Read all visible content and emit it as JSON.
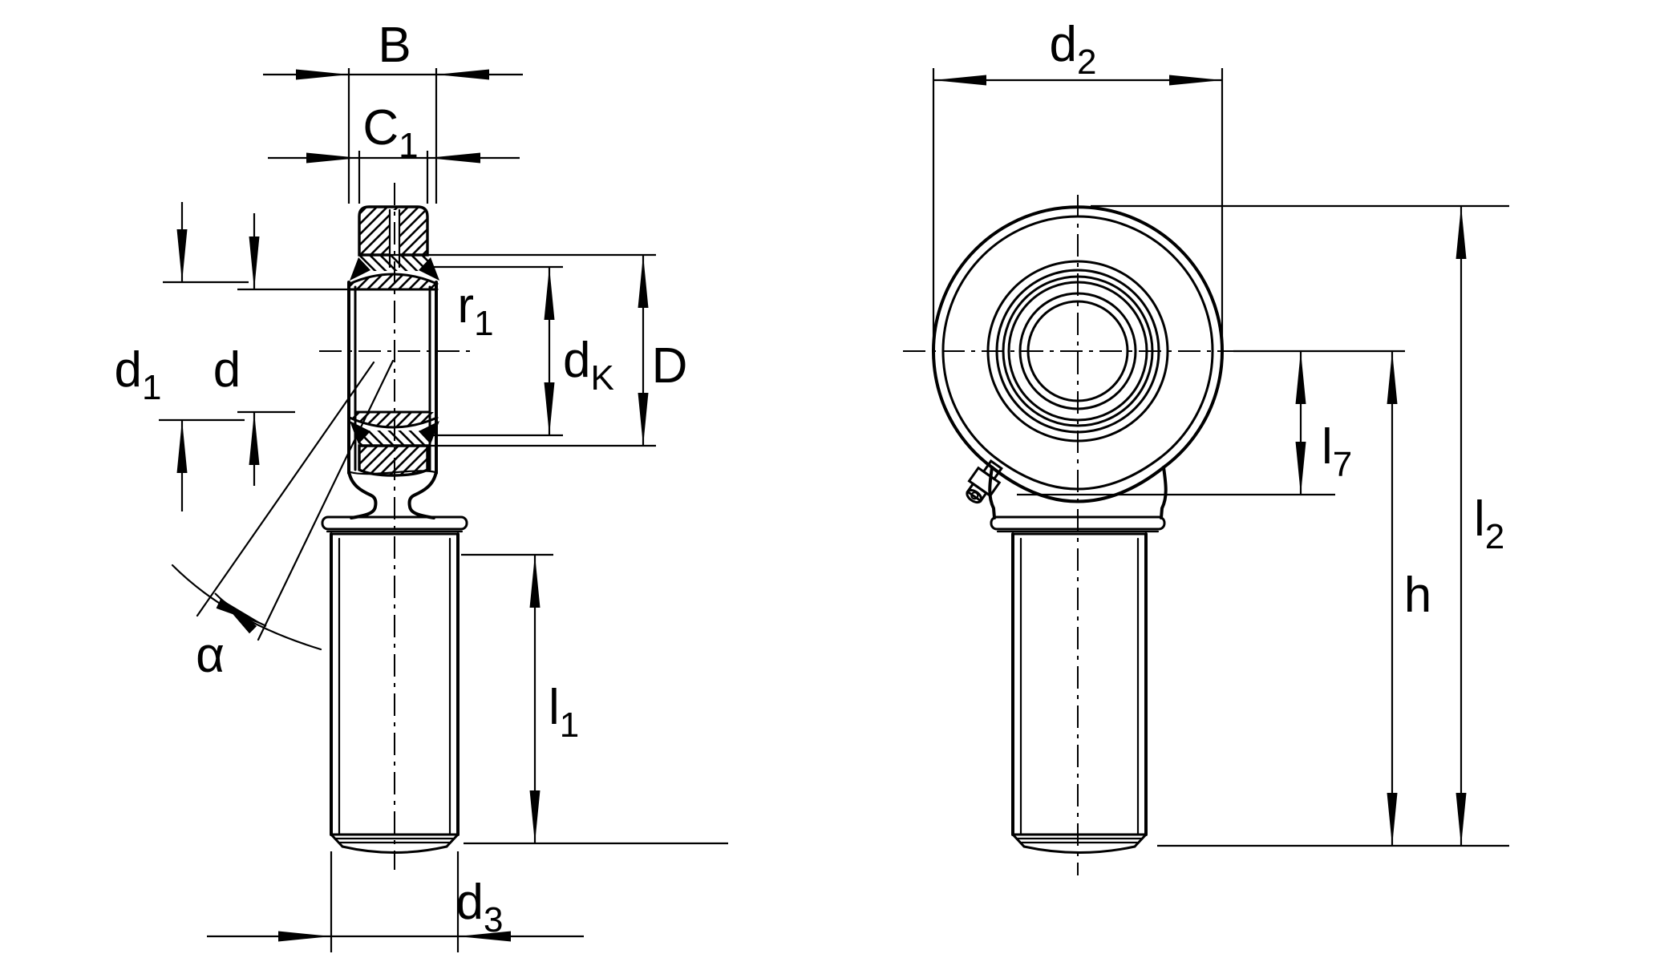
{
  "drawing": {
    "type": "technical-drawing",
    "subject": "rod end bearing, male thread, two orthographic views",
    "background_color": "#ffffff",
    "line_color": "#000000"
  },
  "views": {
    "left": {
      "name": "sectional-side-view",
      "labels": {
        "B": {
          "base": "B",
          "sub": ""
        },
        "C1": {
          "base": "C",
          "sub": "1"
        },
        "d1": {
          "base": "d",
          "sub": "1"
        },
        "d": {
          "base": "d",
          "sub": ""
        },
        "r1": {
          "base": "r",
          "sub": "1"
        },
        "dK": {
          "base": "d",
          "sub": "K"
        },
        "D": {
          "base": "D",
          "sub": ""
        },
        "alpha": {
          "base": "α",
          "sub": ""
        },
        "l1": {
          "base": "l",
          "sub": "1"
        },
        "d3": {
          "base": "d",
          "sub": "3"
        }
      }
    },
    "right": {
      "name": "front-view",
      "labels": {
        "d2": {
          "base": "d",
          "sub": "2"
        },
        "l7": {
          "base": "l",
          "sub": "7"
        },
        "h": {
          "base": "h",
          "sub": ""
        },
        "l2": {
          "base": "l",
          "sub": "2"
        }
      }
    }
  }
}
